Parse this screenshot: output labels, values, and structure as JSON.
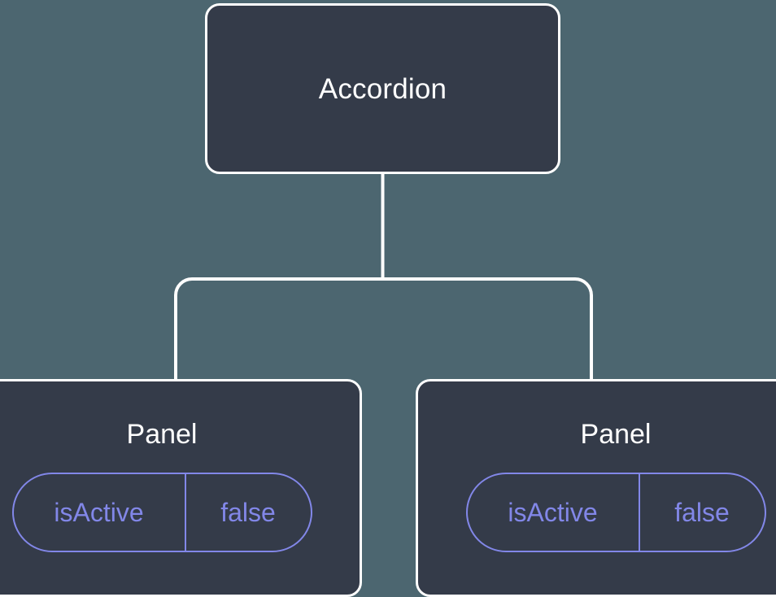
{
  "diagram": {
    "type": "component-tree",
    "background_color": "#4c6670",
    "node_fill_color": "#343b49",
    "node_border_color": "#ffffff",
    "edge_color": "#ffffff",
    "badge_accent_color": "#8287e8",
    "title_color": "#ffffff",
    "root": {
      "label": "Accordion"
    },
    "children": [
      {
        "label": "Panel",
        "state": {
          "key": "isActive",
          "value": "false"
        }
      },
      {
        "label": "Panel",
        "state": {
          "key": "isActive",
          "value": "false"
        }
      }
    ],
    "edges": [
      {
        "from": "Accordion",
        "to": "Panel"
      },
      {
        "from": "Accordion",
        "to": "Panel"
      }
    ]
  }
}
